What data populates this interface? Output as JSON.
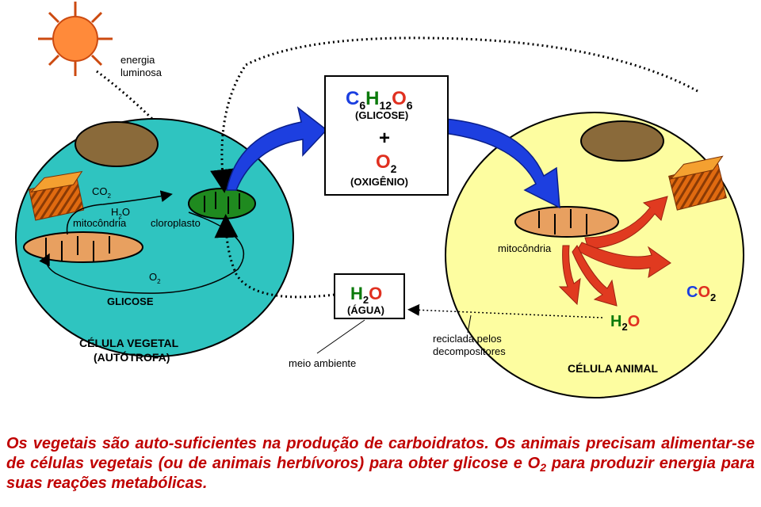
{
  "diagram": {
    "sun_label": [
      "energia",
      "luminosa"
    ],
    "plant_cell": {
      "co2": "CO",
      "co2_sub": "2",
      "h2o": "H",
      "h2o_sub": "2",
      "h2o_o": "O",
      "mitochondria_label": "mitocôndria",
      "chloroplast_label": "cloroplasto",
      "o2": "O",
      "o2_sub": "2",
      "glucose_label": "GLICOSE",
      "title": "CÉLULA VEGETAL",
      "subtitle": "(AUTÓTROFA)"
    },
    "products_box": {
      "c": "C",
      "c_sub": "6",
      "h": "H",
      "h_sub": "12",
      "o": "O",
      "o_sub": "6",
      "glucose_name": "(GLICOSE)",
      "plus": "+",
      "o2": "O",
      "o2_sub": "2",
      "oxygen_name": "(OXIGÊNIO)"
    },
    "water_box": {
      "h": "H",
      "h_sub": "2",
      "o": "O",
      "name": "(ÁGUA)"
    },
    "environment_label": "meio ambiente",
    "recycled_label": [
      "reciclada pelos",
      "decompositores"
    ],
    "animal_cell": {
      "mitochondria_label": "mitocôndria",
      "co2_c": "C",
      "co2_o": "O",
      "co2_sub": "2",
      "h2o_h": "H",
      "h2o_sub": "2",
      "h2o_o": "O",
      "title": "CÉLULA ANIMAL"
    },
    "colors": {
      "plant_cell": "#2fc4c0",
      "animal_cell": "#fdfda0",
      "mitochondria": "#e8a060",
      "chloroplast": "#1f8a1f",
      "nucleus": "#8a6a3a",
      "blue_arrow": "#1d3fe0",
      "red_arrow": "#e03a20",
      "sun": "#ff8a3a",
      "caption": "#c00000",
      "carbon": "#1b3fe0",
      "hydrogen": "#0b7a0b",
      "oxygen": "#e03020"
    }
  },
  "caption": {
    "part1": "Os vegetais são auto-suficientes na produção de carboidratos. Os animais precisam alimentar-se de células vegetais (ou de animais herbívoros) para obter glicose e O",
    "sub": "2",
    "part2": " para produzir energia para suas reações metabólicas."
  }
}
